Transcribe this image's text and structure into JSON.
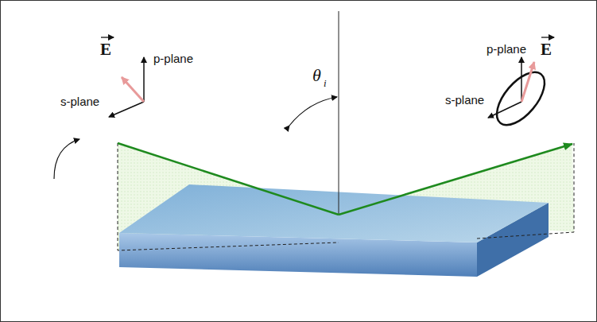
{
  "diagram": {
    "labels": [
      "E",
      "p-plane",
      "s-plane",
      "θ",
      "i",
      "p-plane",
      "E",
      "s-plane"
    ]
  }
}
